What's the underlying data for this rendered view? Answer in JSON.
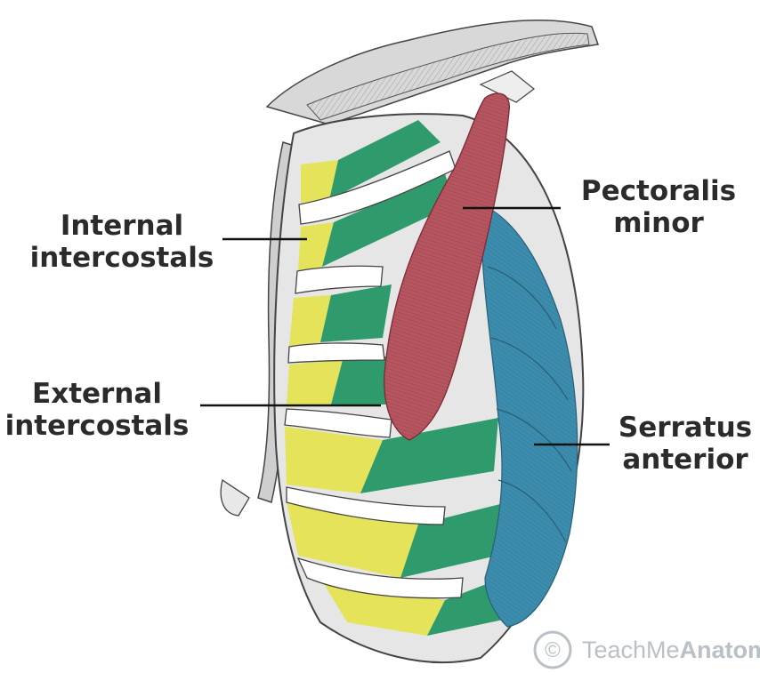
{
  "labels": {
    "internal": {
      "line1": "Internal",
      "line2": "intercostals"
    },
    "external": {
      "line1": "External",
      "line2": "intercostals"
    },
    "pectoralis": {
      "line1": "Pectoralis",
      "line2": "minor"
    },
    "serratus": {
      "line1": "Serratus",
      "line2": "anterior"
    }
  },
  "watermark": {
    "symbol": "©",
    "brand_light": "TeachMe",
    "brand_bold": "Anatomy"
  },
  "colors": {
    "internal_intercostals": "#e4e35a",
    "external_intercostals": "#2f9a6b",
    "pectoralis_minor": "#b5555f",
    "serratus_anterior": "#3c8cad",
    "bone": "#d4d4d4",
    "outline": "#444444"
  }
}
